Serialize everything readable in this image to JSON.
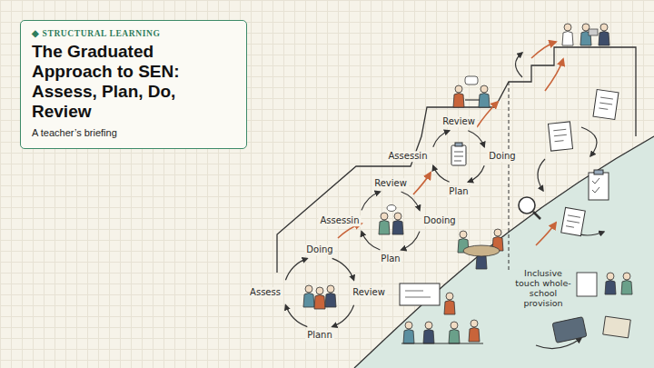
{
  "diagram": {
    "nodes": [
      {
        "text": [
          "◆ STRUCTURAL LEARNING",
          "The Graduated Approach to SEN: Assess, Plan, Do, Review",
          "A teacher’s briefing"
        ]
      }
    ],
    "labels": [
      "Assess",
      "Doing",
      "Review",
      "Plann",
      "Assessin",
      "Review",
      "Dooing",
      "Plan",
      "Assessin",
      "Review",
      "Doing",
      "Plan",
      "Inclusive touch whole-school provision"
    ]
  }
}
